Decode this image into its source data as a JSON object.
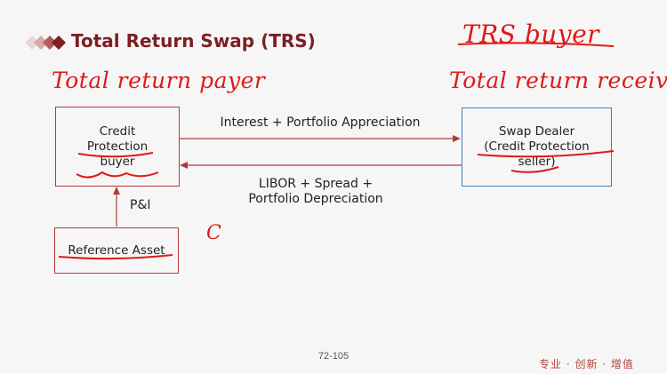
{
  "slide": {
    "title": "Total Return Swap (TRS)",
    "page_number": "72-105",
    "brand": "专业 · 创新 · 增值"
  },
  "diagram": {
    "credit_box": [
      "Credit",
      "Protection",
      "buyer"
    ],
    "dealer_box": [
      "Swap Dealer",
      "(Credit Protection",
      "seller)"
    ],
    "reference_box": "Reference Asset",
    "top_arrow_label": "Interest + Portfolio Appreciation",
    "bottom_arrow_label": [
      "LIBOR + Spread +",
      "Portfolio Depreciation"
    ],
    "pi_label": "P&I"
  },
  "annotations": {
    "trs_buyer": "TRS buyer",
    "total_return_payer": "Total return payer",
    "total_return_receiver": "Total return receiver",
    "scribble": "C"
  },
  "colors": {
    "title": "#7b1f22",
    "ink": "#e01818",
    "box_red": "#b23a3a",
    "box_blue": "#3a7fc2"
  }
}
